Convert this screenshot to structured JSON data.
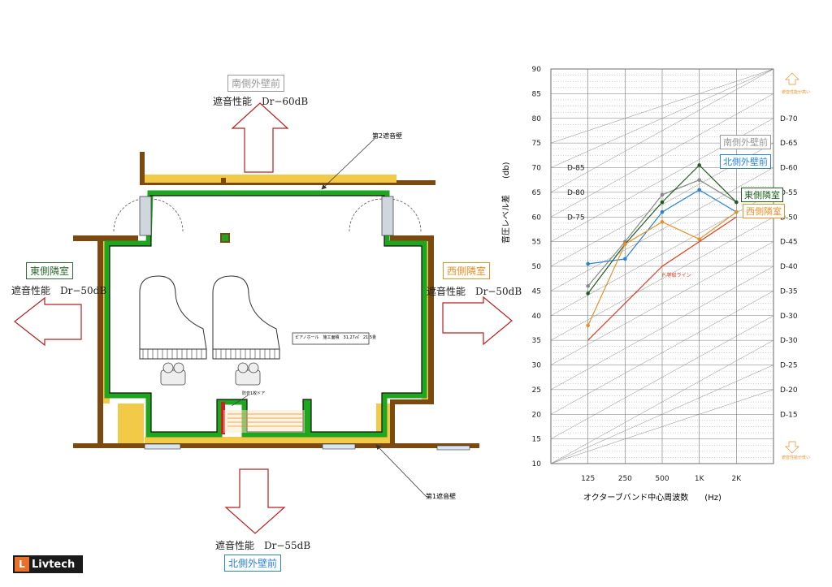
{
  "floor_plan": {
    "directions": {
      "south": {
        "label": "南側外壁前",
        "performance": "遮音性能　Dr−60dB",
        "color": "#999999"
      },
      "east": {
        "label": "東側隣室",
        "performance": "遮音性能　Dr−50dB",
        "color": "#2e6b2e"
      },
      "west": {
        "label": "西側隣室",
        "performance": "遮音性能　Dr−50dB",
        "color": "#e8902a"
      },
      "north": {
        "label": "北側外壁前",
        "performance": "遮音性能　Dr−55dB",
        "color": "#2a82d6"
      }
    },
    "wall_labels": {
      "second": "第2遮音壁",
      "first": "第1遮音壁"
    },
    "room_note": "ピアノホール　施工面積　31.27㎡　21.5畳",
    "door_note": "防音1枚ドア"
  },
  "chart_data": {
    "type": "line",
    "xlabel": "オクターブバンド中心周波数　　(Hz)",
    "ylabel": "音圧レベル差　　(db)",
    "categories": [
      "125",
      "250",
      "500",
      "1K",
      "2K"
    ],
    "ylim": [
      10,
      90
    ],
    "yticks": [
      10,
      15,
      20,
      25,
      30,
      35,
      40,
      45,
      50,
      55,
      60,
      65,
      70,
      75,
      80,
      85,
      90
    ],
    "right_ticks": [
      "D-70",
      "D-65",
      "D-60",
      "D-55",
      "D-50",
      "D-45",
      "D-40",
      "D-35",
      "D-30",
      "D-30",
      "D-25",
      "D-20",
      "D-15"
    ],
    "d_curve_labels": [
      "D-85",
      "D-80",
      "D-75"
    ],
    "grid": true,
    "arrow_notes": {
      "top": "遮音性能が高い",
      "bottom": "遮音性能が低い"
    },
    "target_line_label": "P-等級ライン",
    "series": [
      {
        "name": "南側外壁前",
        "color": "#888888",
        "values": [
          46,
          55,
          64.5,
          67.5,
          63
        ]
      },
      {
        "name": "北側外壁前",
        "color": "#2a82d6",
        "values": [
          50.5,
          51.5,
          61,
          65.5,
          61
        ]
      },
      {
        "name": "東側隣室",
        "color": "#1f5e1f",
        "values": [
          44.5,
          54.5,
          63,
          70.5,
          63
        ]
      },
      {
        "name": "西側隣室",
        "color": "#e8902a",
        "values": [
          38,
          54.5,
          59,
          55.5,
          61
        ]
      },
      {
        "name": "P-等級ライン",
        "color": "#e03b1f",
        "values": [
          35,
          null,
          50,
          55,
          60
        ]
      }
    ]
  },
  "logo": {
    "text": "Livtech",
    "mark": "L"
  }
}
